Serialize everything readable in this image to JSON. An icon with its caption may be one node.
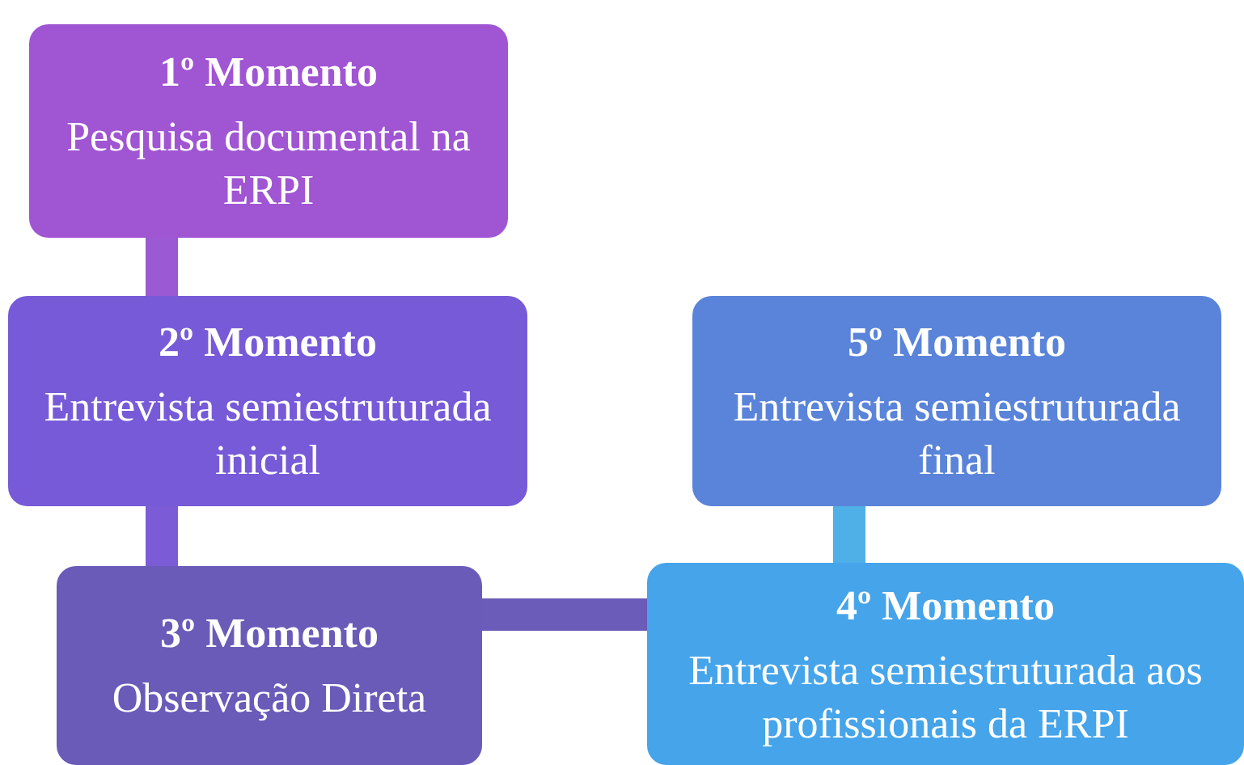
{
  "diagram": {
    "nodes": [
      {
        "text": [
          "1º Momento",
          "Pesquisa documental na ERPI"
        ]
      },
      {
        "text": [
          "2º Momento",
          "Entrevista semiestruturada inicial"
        ]
      },
      {
        "text": [
          "3º Momento",
          "Observação Direta"
        ]
      },
      {
        "text": [
          "4º Momento",
          "Entrevista semiestruturada aos profissionais da ERPI"
        ]
      },
      {
        "text": [
          "5º Momento",
          "Entrevista semiestruturada final"
        ]
      }
    ],
    "edges": [
      {
        "from": 0,
        "to": 1,
        "arrow": "none",
        "color": "#9b59d4"
      },
      {
        "from": 1,
        "to": 2,
        "arrow": "none",
        "color": "#7b5cd6"
      },
      {
        "from": 2,
        "to": 3,
        "arrow": "none",
        "color": "#6a5cb8"
      },
      {
        "from": 3,
        "to": 4,
        "arrow": "none",
        "color": "#4fb0e8"
      }
    ]
  }
}
